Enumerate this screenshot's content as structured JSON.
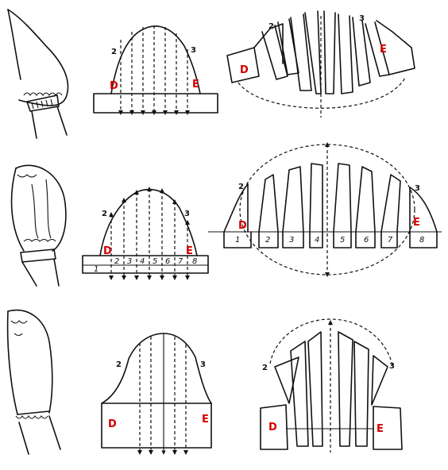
{
  "labels": {
    "point_left": "2",
    "point_right": "3",
    "seam_left": "D",
    "seam_right": "E",
    "sections": [
      "1",
      "2",
      "3",
      "4",
      "5",
      "6",
      "7",
      "8"
    ]
  },
  "colors": {
    "line": "#111111",
    "seam_label": "#d40000"
  }
}
